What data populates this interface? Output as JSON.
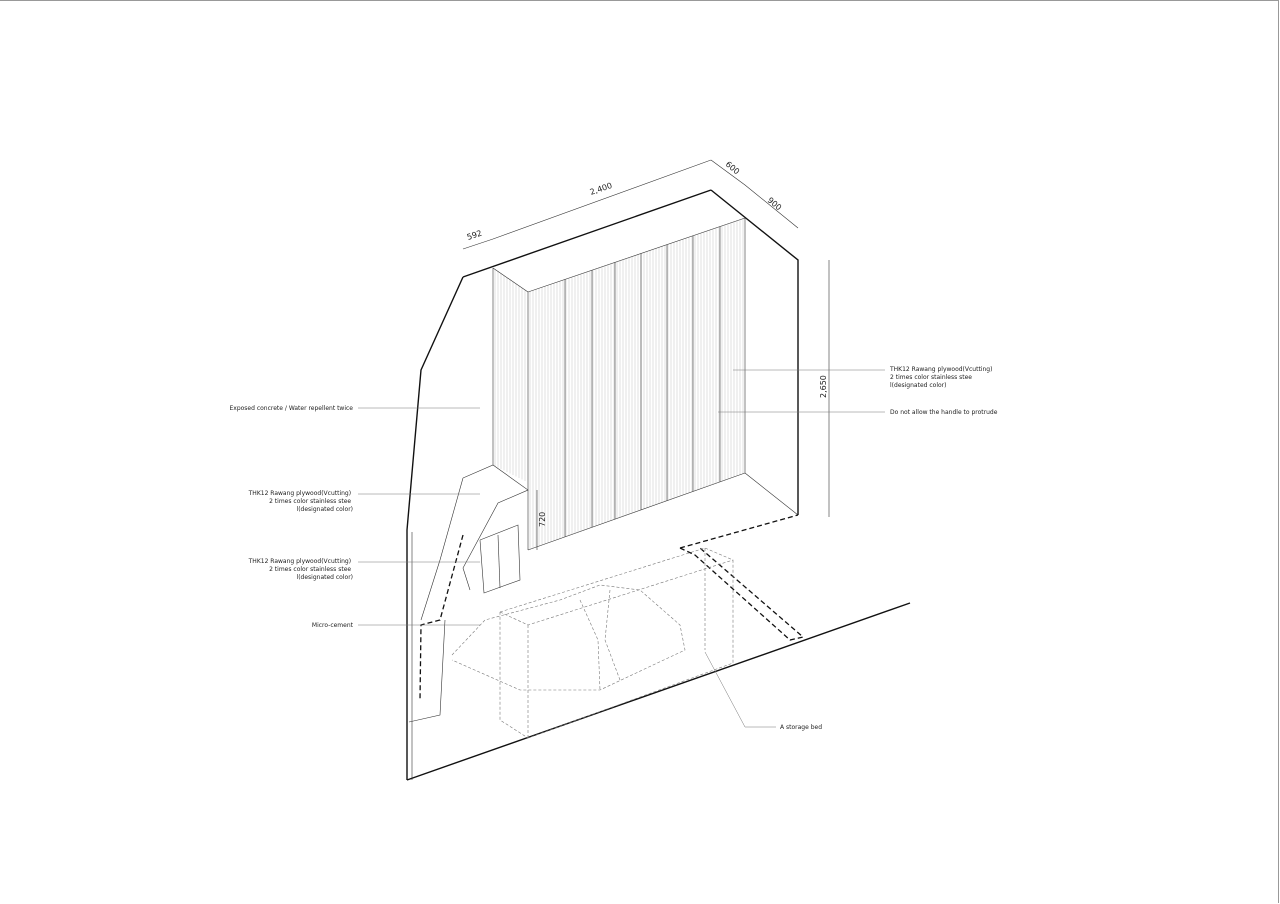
{
  "dimensions": {
    "left_depth": "592",
    "width": "2,400",
    "top_offset": "600",
    "right_depth": "900",
    "height": "2,650",
    "desk_height": "720"
  },
  "labels": {
    "wall": "Exposed concrete  / Water repellent twice",
    "desk_top": [
      "THK12 Rawang plywood(Vcutting)",
      "2 times color stainless stee",
      "l(designated color)"
    ],
    "desk_leg": [
      "THK12 Rawang plywood(Vcutting)",
      "2 times color stainless stee",
      "l(designated color)"
    ],
    "floor": "Micro-cement",
    "cabinet": [
      "THK12 Rawang plywood(Vcutting)",
      "2 times color stainless stee",
      "l(designated color)"
    ],
    "handle": "Do not allow the handle to protrude",
    "bed": "A storage bed"
  }
}
